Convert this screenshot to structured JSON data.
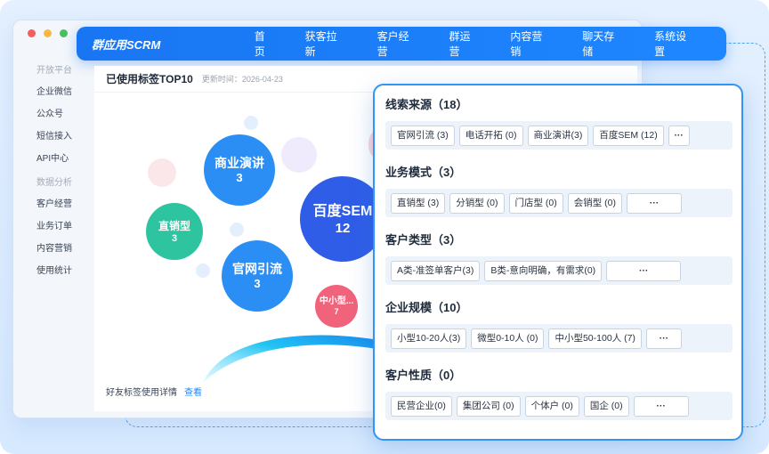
{
  "nav": {
    "brand": "群应用SCRM",
    "items": [
      "首页",
      "获客拉新",
      "客户经营",
      "群运营",
      "内容营销",
      "聊天存储",
      "系统设置"
    ]
  },
  "sidebar": {
    "groups": [
      {
        "title": "开放平台",
        "items": [
          "企业微信",
          "公众号",
          "短信接入",
          "API中心"
        ]
      },
      {
        "title": "数据分析",
        "items": [
          "客户经营",
          "业务订单",
          "内容营销",
          "使用统计"
        ]
      }
    ]
  },
  "card": {
    "title": "已使用标签TOP10",
    "time_label": "更新时间：2026-04-23",
    "footer_text": "好友标签使用详情",
    "footer_link": "查看",
    "bubbles": [
      {
        "name": "商业演讲",
        "count": "3"
      },
      {
        "name": "直销型",
        "count": "3"
      },
      {
        "name": "官网引流",
        "count": "3"
      },
      {
        "name": "百度SEM",
        "count": "12"
      },
      {
        "name": "中小型...",
        "count": "7"
      }
    ]
  },
  "panel": {
    "sections": [
      {
        "title": "线索来源（18）",
        "tags": [
          "官网引流 (3)",
          "电话开拓 (0)",
          "商业演讲(3)",
          "百度SEM (12)"
        ],
        "more": "···"
      },
      {
        "title": "业务模式（3）",
        "tags": [
          "直销型 (3)",
          "分销型 (0)",
          "门店型 (0)",
          "会销型 (0)"
        ],
        "more": "···"
      },
      {
        "title": "客户类型（3）",
        "tags": [
          "A类-准签单客户(3)",
          "B类-意向明确，有需求(0)"
        ],
        "more": "···"
      },
      {
        "title": "企业规模（10）",
        "tags": [
          "小型10-20人(3)",
          "微型0-10人 (0)",
          "中小型50-100人 (7)"
        ],
        "more": "···"
      },
      {
        "title": "客户性质（0）",
        "tags": [
          "民营企业(0)",
          "集团公司 (0)",
          "个体户 (0)",
          "国企 (0)"
        ],
        "more": "···"
      }
    ]
  },
  "colors": {
    "primary": "#1e87ff",
    "bubble_blue": "#2b8ef5",
    "bubble_green": "#2ec4a0",
    "bubble_deep": "#2f5de8",
    "bubble_pink": "#f0637b"
  }
}
